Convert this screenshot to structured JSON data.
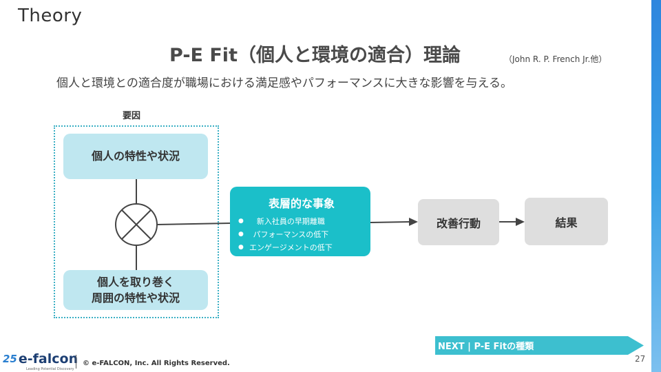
{
  "section_label": "Theory",
  "title": "P-E Fit（個人と環境の適合）理論",
  "title_citation": "（John R. P. French Jr.他）",
  "subtitle": "個人と環境との適合度が職場における満足感やパフォーマンスに大きな影響を与える。",
  "diagram": {
    "factors_label": "要因",
    "factor_individual": "個人の特性や状況",
    "factor_surrounding_line1": "個人を取り巻く",
    "factor_surrounding_line2": "周囲の特性や状況",
    "surface": {
      "title": "表層的な事象",
      "items": [
        "新入社員の早期離職",
        "パフォーマンスの低下",
        "エンゲージメントの低下"
      ]
    },
    "action": "改善行動",
    "result": "結果"
  },
  "footer": {
    "next_label": "NEXT | P-E Fitの種類",
    "page_number": "27",
    "logo_mark": "25",
    "logo_text": "e-falcon",
    "logo_tagline": "Leading Potential Discovery",
    "copyright": "© e-FALCON, Inc. All Rights Reserved."
  },
  "colors": {
    "accent_teal": "#1bbfc9",
    "factor_fill": "#bfe7f0",
    "gray_box": "#dedede",
    "frame_dotted": "#3aafc4"
  }
}
